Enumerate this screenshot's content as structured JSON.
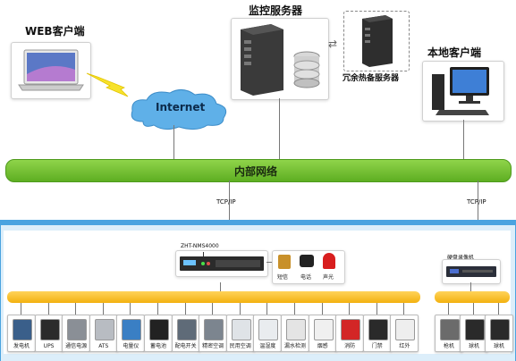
{
  "web_client": {
    "title": "WEB客户端"
  },
  "monitor_server": {
    "title": "监控服务器"
  },
  "hot_standby": {
    "title": "冗余热备服务器"
  },
  "local_client": {
    "title": "本地客户端"
  },
  "internet": {
    "label": "Internet"
  },
  "intranet": {
    "label": "内部网络"
  },
  "links": {
    "left": "TCP/IP",
    "right": "TCP/IP"
  },
  "controller": {
    "model": "ZHT-NMS4000"
  },
  "alerts": [
    {
      "label": "短信",
      "icon": "sms-device-icon",
      "color": "#c8902a"
    },
    {
      "label": "电话",
      "icon": "telephone-icon",
      "color": "#222222"
    },
    {
      "label": "声光",
      "icon": "alarm-light-icon",
      "color": "#d81e1e"
    }
  ],
  "recorder": {
    "label": "硬盘录像机"
  },
  "devices": [
    {
      "label": "发电机",
      "icon": "generator-icon",
      "color": "#3a5f8a"
    },
    {
      "label": "UPS",
      "icon": "ups-icon",
      "color": "#2b2b2b"
    },
    {
      "label": "通信电源",
      "icon": "power-supply-icon",
      "color": "#8a8f96"
    },
    {
      "label": "ATS",
      "icon": "ats-icon",
      "color": "#b8bcc2"
    },
    {
      "label": "电量仪",
      "icon": "power-meter-icon",
      "color": "#3a7fc4"
    },
    {
      "label": "蓄电池",
      "icon": "battery-icon",
      "color": "#222222"
    },
    {
      "label": "配电开关",
      "icon": "switch-icon",
      "color": "#5f6b78"
    },
    {
      "label": "精密空调",
      "icon": "precision-ac-icon",
      "color": "#7c858f"
    },
    {
      "label": "民用空调",
      "icon": "ac-icon",
      "color": "#dfe3e7"
    },
    {
      "label": "温湿度",
      "icon": "thermometer-icon",
      "color": "#e9ecef"
    },
    {
      "label": "漏水检测",
      "icon": "leak-sensor-icon",
      "color": "#e4e4e4"
    },
    {
      "label": "烟感",
      "icon": "smoke-detector-icon",
      "color": "#f0f0f0"
    },
    {
      "label": "消防",
      "icon": "extinguisher-icon",
      "color": "#d32626"
    },
    {
      "label": "门禁",
      "icon": "access-control-icon",
      "color": "#2a2a2a"
    },
    {
      "label": "红外",
      "icon": "infrared-icon",
      "color": "#eeeeee"
    }
  ],
  "cameras": [
    {
      "label": "枪机",
      "icon": "bullet-camera-icon",
      "color": "#6b6b6b"
    },
    {
      "label": "球机",
      "icon": "dome-camera-icon",
      "color": "#2a2a2a"
    },
    {
      "label": "球机",
      "icon": "dome-camera-icon",
      "color": "#2a2a2a"
    }
  ]
}
